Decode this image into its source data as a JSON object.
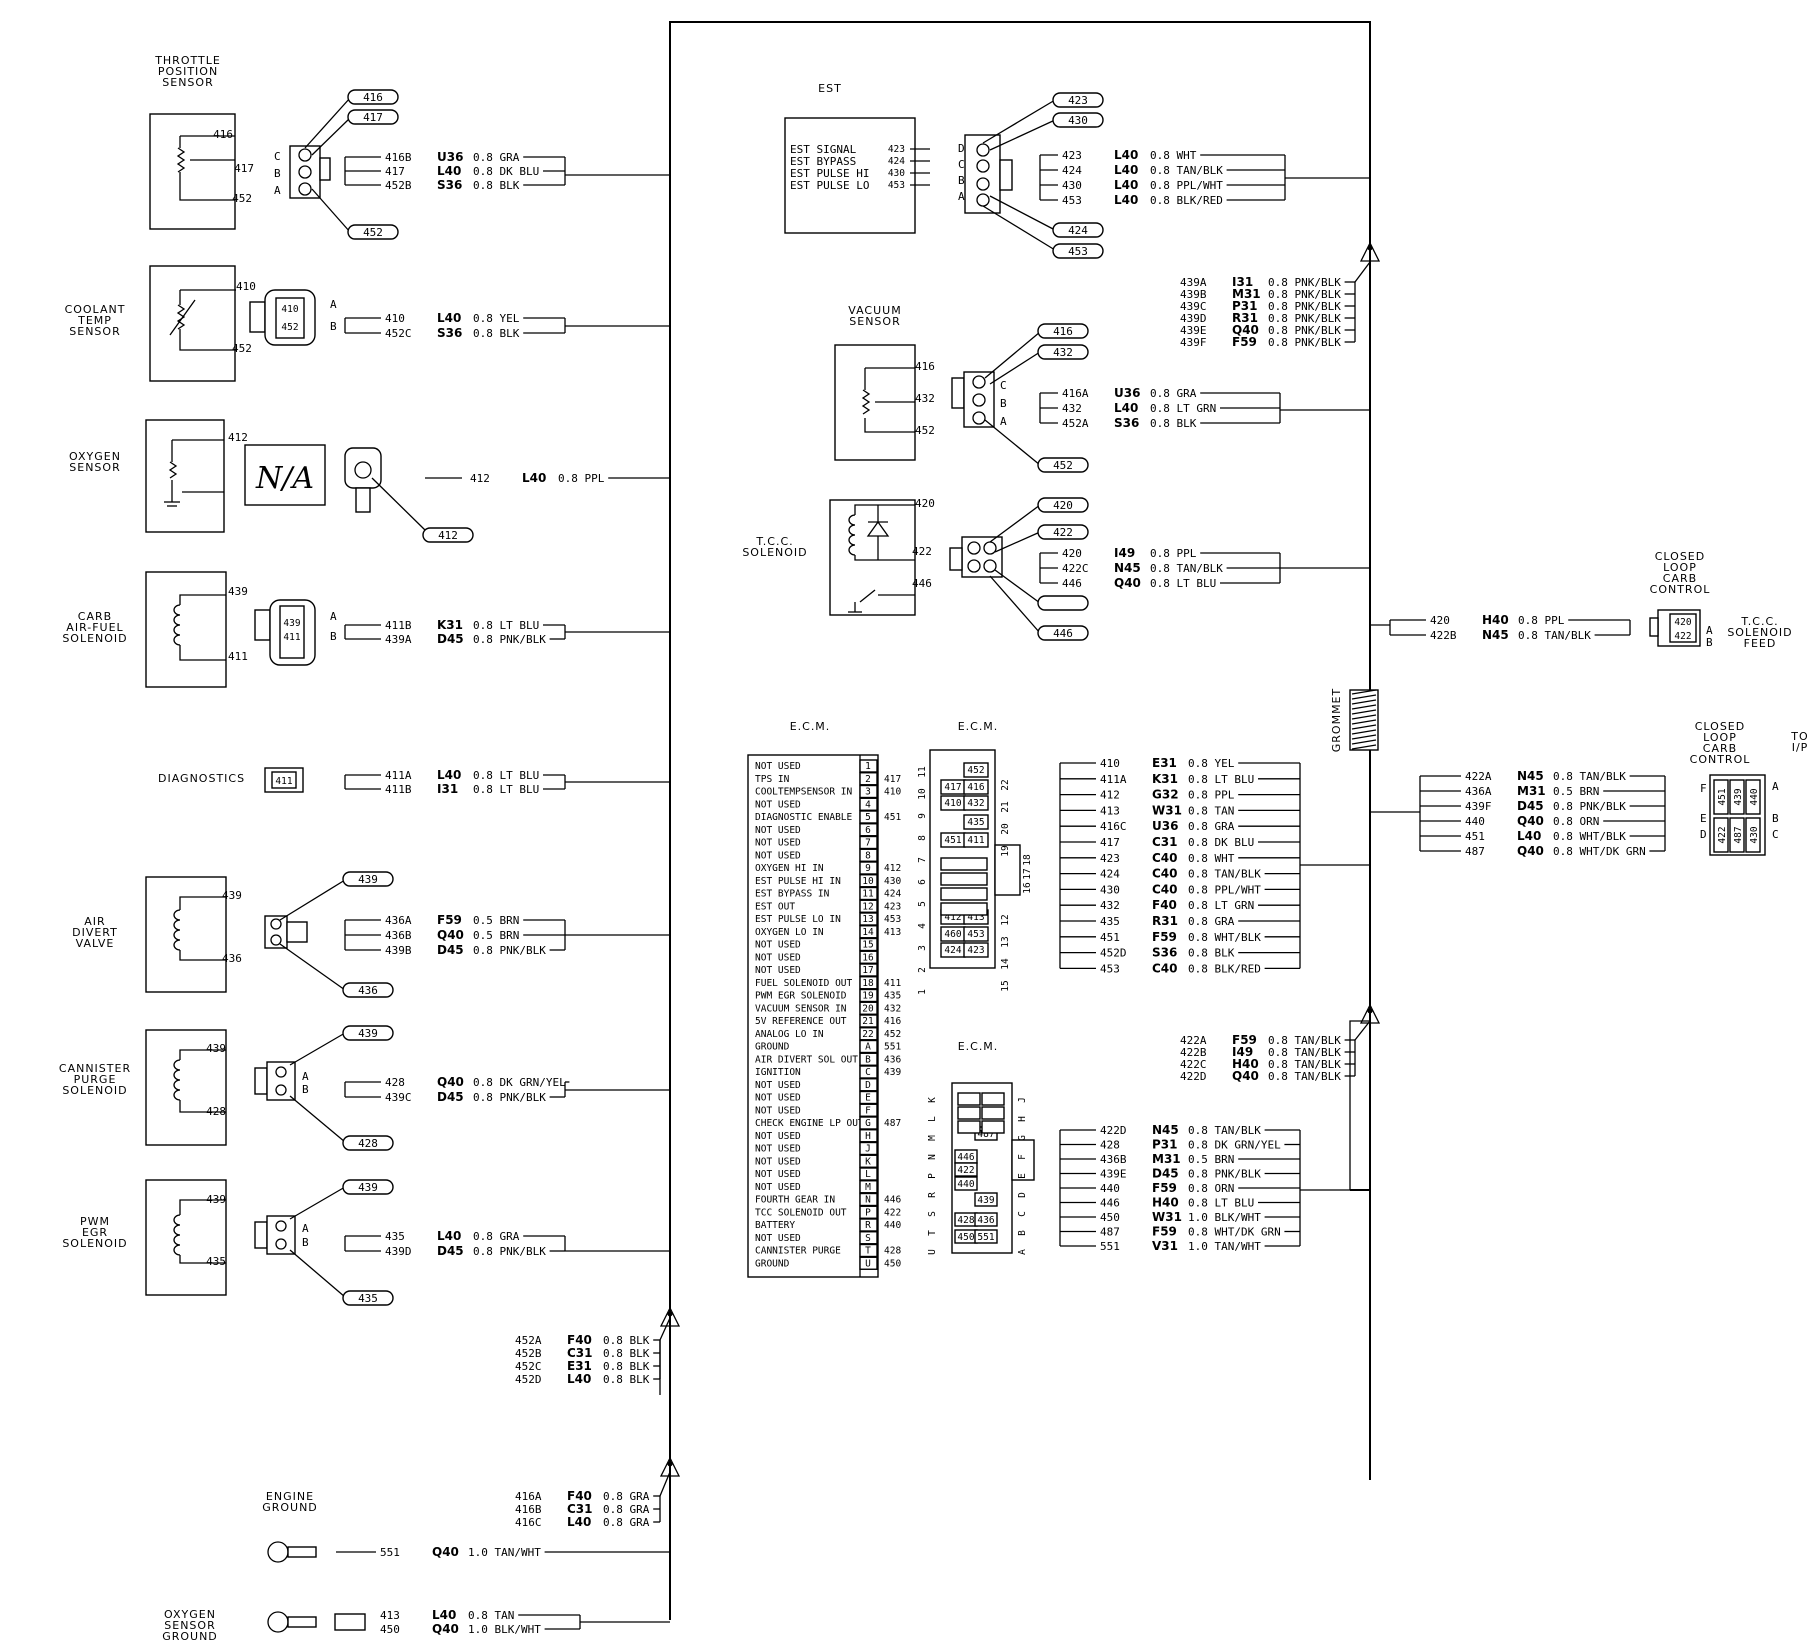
{
  "components": {
    "tps": {
      "title": [
        "THROTTLE",
        "POSITION",
        "SENSOR"
      ],
      "pins": [
        "416",
        "417",
        "452"
      ],
      "tags": [
        "416",
        "417",
        "452"
      ],
      "letters": [
        "A",
        "B",
        "C"
      ]
    },
    "coolant": {
      "title": [
        "COOLANT",
        "TEMP",
        "SENSOR"
      ],
      "pins": [
        "410",
        "452"
      ],
      "letters": [
        "A",
        "B"
      ],
      "cavities": [
        "410",
        "452"
      ]
    },
    "oxygen": {
      "title": [
        "OXYGEN",
        "SENSOR"
      ],
      "pin": "412",
      "na": "N/A",
      "tag": "412"
    },
    "carb": {
      "title": [
        "CARB",
        "AIR-FUEL",
        "SOLENOID"
      ],
      "pins": [
        "439",
        "411"
      ],
      "letters": [
        "A",
        "B"
      ],
      "cavities": [
        "411",
        "439"
      ]
    },
    "diagnostics": {
      "title": "DIAGNOSTICS",
      "cavity": "411"
    },
    "airdivert": {
      "title": [
        "AIR",
        "DIVERT",
        "VALVE"
      ],
      "pins": [
        "439",
        "436"
      ],
      "tags": [
        "439",
        "436"
      ]
    },
    "cannister": {
      "title": [
        "CANNISTER",
        "PURGE",
        "SOLENOID"
      ],
      "pins": [
        "439",
        "428"
      ],
      "tags": [
        "439",
        "428"
      ],
      "letters": [
        "A",
        "B"
      ]
    },
    "pwm": {
      "title": [
        "PWM",
        "EGR",
        "SOLENOID"
      ],
      "pins": [
        "439",
        "435"
      ],
      "tags": [
        "439",
        "435"
      ],
      "letters": [
        "A",
        "B"
      ]
    },
    "est": {
      "title": "EST",
      "signals": [
        "EST SIGNAL",
        "EST BYPASS",
        "EST PULSE HI",
        "EST PULSE LO"
      ],
      "pins": [
        "423",
        "424",
        "430",
        "453"
      ],
      "tags": [
        "423",
        "430",
        "424",
        "453"
      ],
      "letters": [
        "A",
        "B",
        "C",
        "D"
      ]
    },
    "vacuum": {
      "title": [
        "VACUUM",
        "SENSOR"
      ],
      "pins": [
        "416",
        "432",
        "452"
      ],
      "tags": [
        "416",
        "432",
        "452"
      ],
      "letters": [
        "A",
        "B",
        "C"
      ]
    },
    "tcc": {
      "title": [
        "T.C.C.",
        "SOLENOID"
      ],
      "pins": [
        "420",
        "422",
        "446"
      ],
      "tags": [
        "420",
        "422",
        "446"
      ]
    },
    "closed1": {
      "title": [
        "CLOSED",
        "LOOP",
        "CARB",
        "CONTROL"
      ],
      "cavities": [
        "420",
        "422"
      ],
      "letters": [
        "A",
        "B"
      ],
      "feed": [
        "T.C.C.",
        "SOLENOID",
        "FEED"
      ]
    },
    "closed2": {
      "title": [
        "CLOSED",
        "LOOP",
        "CARB",
        "CONTROL"
      ],
      "to": [
        "TO",
        "I/P"
      ],
      "cavities": [
        "451",
        "439",
        "440",
        "422",
        "487",
        "430"
      ],
      "letters": [
        "A",
        "B",
        "C",
        "D",
        "E",
        "F"
      ]
    },
    "grommet": "GROMMET",
    "engine_ground": {
      "title": [
        "ENGINE",
        "GROUND"
      ]
    },
    "oxy_ground": {
      "title": [
        "OXYGEN",
        "SENSOR",
        "GROUND"
      ]
    }
  },
  "wires": {
    "tps": [
      [
        "416B",
        "U36",
        "0.8 GRA"
      ],
      [
        "417",
        "L40",
        "0.8 DK BLU"
      ],
      [
        "452B",
        "S36",
        "0.8 BLK"
      ]
    ],
    "coolant": [
      [
        "410",
        "L40",
        "0.8 YEL"
      ],
      [
        "452C",
        "S36",
        "0.8 BLK"
      ]
    ],
    "oxygen": [
      [
        "412",
        "L40",
        "0.8 PPL"
      ]
    ],
    "carb": [
      [
        "411B",
        "K31",
        "0.8 LT BLU"
      ],
      [
        "439A",
        "D45",
        "0.8 PNK/BLK"
      ]
    ],
    "diagnostics": [
      [
        "411A",
        "L40",
        "0.8 LT BLU"
      ],
      [
        "411B",
        "I31",
        "0.8 LT BLU"
      ]
    ],
    "airdivert": [
      [
        "436A",
        "F59",
        "0.5 BRN"
      ],
      [
        "436B",
        "Q40",
        "0.5 BRN"
      ],
      [
        "439B",
        "D45",
        "0.8 PNK/BLK"
      ]
    ],
    "cannister": [
      [
        "428",
        "Q40",
        "0.8 DK GRN/YEL"
      ],
      [
        "439C",
        "D45",
        "0.8 PNK/BLK"
      ]
    ],
    "pwm": [
      [
        "435",
        "L40",
        "0.8 GRA"
      ],
      [
        "439D",
        "D45",
        "0.8 PNK/BLK"
      ]
    ],
    "splice452": [
      [
        "452A",
        "F40",
        "0.8 BLK"
      ],
      [
        "452B",
        "C31",
        "0.8 BLK"
      ],
      [
        "452C",
        "E31",
        "0.8 BLK"
      ],
      [
        "452D",
        "L40",
        "0.8 BLK"
      ]
    ],
    "splice416": [
      [
        "416A",
        "F40",
        "0.8 GRA"
      ],
      [
        "416B",
        "C31",
        "0.8 GRA"
      ],
      [
        "416C",
        "L40",
        "0.8 GRA"
      ]
    ],
    "engine_ground": [
      [
        "551",
        "Q40",
        "1.0 TAN/WHT"
      ]
    ],
    "oxy_ground": [
      [
        "413",
        "L40",
        "0.8 TAN"
      ],
      [
        "450",
        "Q40",
        "1.0 BLK/WHT"
      ]
    ],
    "est": [
      [
        "423",
        "L40",
        "0.8 WHT"
      ],
      [
        "424",
        "L40",
        "0.8 TAN/BLK"
      ],
      [
        "430",
        "L40",
        "0.8 PPL/WHT"
      ],
      [
        "453",
        "L40",
        "0.8 BLK/RED"
      ]
    ],
    "splice439": [
      [
        "439A",
        "I31",
        "0.8 PNK/BLK"
      ],
      [
        "439B",
        "M31",
        "0.8 PNK/BLK"
      ],
      [
        "439C",
        "P31",
        "0.8 PNK/BLK"
      ],
      [
        "439D",
        "R31",
        "0.8 PNK/BLK"
      ],
      [
        "439E",
        "Q40",
        "0.8 PNK/BLK"
      ],
      [
        "439F",
        "F59",
        "0.8 PNK/BLK"
      ]
    ],
    "vacuum": [
      [
        "416A",
        "U36",
        "0.8 GRA"
      ],
      [
        "432",
        "L40",
        "0.8 LT GRN"
      ],
      [
        "452A",
        "S36",
        "0.8 BLK"
      ]
    ],
    "tcc": [
      [
        "420",
        "I49",
        "0.8 PPL"
      ],
      [
        "422C",
        "N45",
        "0.8 TAN/BLK"
      ],
      [
        "446",
        "Q40",
        "0.8 LT BLU"
      ]
    ],
    "closed1": [
      [
        "420",
        "H40",
        "0.8 PPL"
      ],
      [
        "422B",
        "N45",
        "0.8 TAN/BLK"
      ]
    ],
    "closed2": [
      [
        "422A",
        "N45",
        "0.8 TAN/BLK"
      ],
      [
        "436A",
        "M31",
        "0.5 BRN"
      ],
      [
        "439F",
        "D45",
        "0.8 PNK/BLK"
      ],
      [
        "440",
        "Q40",
        "0.8 ORN"
      ],
      [
        "451",
        "L40",
        "0.8 WHT/BLK"
      ],
      [
        "487",
        "Q40",
        "0.8 WHT/DK GRN"
      ]
    ],
    "ecm1": [
      [
        "410",
        "E31",
        "0.8 YEL"
      ],
      [
        "411A",
        "K31",
        "0.8 LT BLU"
      ],
      [
        "412",
        "G32",
        "0.8 PPL"
      ],
      [
        "413",
        "W31",
        "0.8 TAN"
      ],
      [
        "416C",
        "U36",
        "0.8 GRA"
      ],
      [
        "417",
        "C31",
        "0.8 DK BLU"
      ],
      [
        "423",
        "C40",
        "0.8 WHT"
      ],
      [
        "424",
        "C40",
        "0.8 TAN/BLK"
      ],
      [
        "430",
        "C40",
        "0.8 PPL/WHT"
      ],
      [
        "432",
        "F40",
        "0.8 LT GRN"
      ],
      [
        "435",
        "R31",
        "0.8 GRA"
      ],
      [
        "451",
        "F59",
        "0.8 WHT/BLK"
      ],
      [
        "452D",
        "S36",
        "0.8 BLK"
      ],
      [
        "453",
        "C40",
        "0.8 BLK/RED"
      ]
    ],
    "splice422": [
      [
        "422A",
        "F59",
        "0.8 TAN/BLK"
      ],
      [
        "422B",
        "I49",
        "0.8 TAN/BLK"
      ],
      [
        "422C",
        "H40",
        "0.8 TAN/BLK"
      ],
      [
        "422D",
        "Q40",
        "0.8 TAN/BLK"
      ]
    ],
    "ecm2": [
      [
        "422D",
        "N45",
        "0.8 TAN/BLK"
      ],
      [
        "428",
        "P31",
        "0.8 DK GRN/YEL"
      ],
      [
        "436B",
        "M31",
        "0.5 BRN"
      ],
      [
        "439E",
        "D45",
        "0.8 PNK/BLK"
      ],
      [
        "440",
        "F59",
        "0.8 ORN"
      ],
      [
        "446",
        "H40",
        "0.8 LT BLU"
      ],
      [
        "450",
        "W31",
        "1.0 BLK/WHT"
      ],
      [
        "487",
        "F59",
        "0.8 WHT/DK GRN"
      ],
      [
        "551",
        "V31",
        "1.0 TAN/WHT"
      ]
    ]
  },
  "ecm_table": {
    "title": "E.C.M.",
    "rows": [
      [
        "NOT USED",
        "1",
        ""
      ],
      [
        "TPS IN",
        "2",
        "417"
      ],
      [
        "COOLTEMPSENSOR IN",
        "3",
        "410"
      ],
      [
        "NOT USED",
        "4",
        ""
      ],
      [
        "DIAGNOSTIC ENABLE",
        "5",
        "451"
      ],
      [
        "NOT USED",
        "6",
        ""
      ],
      [
        "NOT USED",
        "7",
        ""
      ],
      [
        "NOT USED",
        "8",
        ""
      ],
      [
        "OXYGEN HI IN",
        "9",
        "412"
      ],
      [
        "EST PULSE HI IN",
        "10",
        "430"
      ],
      [
        "EST BYPASS IN",
        "11",
        "424"
      ],
      [
        "EST OUT",
        "12",
        "423"
      ],
      [
        "EST PULSE LO IN",
        "13",
        "453"
      ],
      [
        "OXYGEN LO IN",
        "14",
        "413"
      ],
      [
        "NOT USED",
        "15",
        ""
      ],
      [
        "NOT USED",
        "16",
        ""
      ],
      [
        "NOT USED",
        "17",
        ""
      ],
      [
        "FUEL SOLENOID OUT",
        "18",
        "411"
      ],
      [
        "PWM EGR SOLENOID",
        "19",
        "435"
      ],
      [
        "VACUUM SENSOR IN",
        "20",
        "432"
      ],
      [
        "5V REFERENCE OUT",
        "21",
        "416"
      ],
      [
        "ANALOG LO IN",
        "22",
        "452"
      ],
      [
        "GROUND",
        "A",
        "551"
      ],
      [
        "AIR DIVERT SOL OUT",
        "B",
        "436"
      ],
      [
        "IGNITION",
        "C",
        "439"
      ],
      [
        "NOT USED",
        "D",
        ""
      ],
      [
        "NOT USED",
        "E",
        ""
      ],
      [
        "NOT USED",
        "F",
        ""
      ],
      [
        "CHECK ENGINE LP OUT",
        "G",
        "487"
      ],
      [
        "NOT USED",
        "H",
        ""
      ],
      [
        "NOT USED",
        "J",
        ""
      ],
      [
        "NOT USED",
        "K",
        ""
      ],
      [
        "NOT USED",
        "L",
        ""
      ],
      [
        "NOT USED",
        "M",
        ""
      ],
      [
        "FOURTH GEAR IN",
        "N",
        "446"
      ],
      [
        "TCC SOLENOID OUT",
        "P",
        "422"
      ],
      [
        "BATTERY",
        "R",
        "440"
      ],
      [
        "NOT USED",
        "S",
        ""
      ],
      [
        "CANNISTER PURGE",
        "T",
        "428"
      ],
      [
        "GROUND",
        "U",
        "450"
      ]
    ]
  },
  "ecm_conn1": {
    "title": "E.C.M.",
    "left_nums": [
      "1",
      "2",
      "3",
      "4",
      "5",
      "6",
      "7",
      "8",
      "9",
      "10",
      "11"
    ],
    "top_nums": [
      "22",
      "21",
      "20",
      "19"
    ],
    "right_nums": [
      "18",
      "17",
      "16"
    ],
    "bottom_nums": [
      "12",
      "13",
      "14",
      "15"
    ],
    "cells": [
      "452",
      "417",
      "416",
      "410",
      "432",
      "435",
      "451",
      "411",
      "412",
      "413",
      "460",
      "453",
      "424",
      "423"
    ]
  },
  "ecm_conn2": {
    "title": "E.C.M.",
    "left_letters": [
      "K",
      "L",
      "M",
      "N",
      "P",
      "R",
      "S",
      "T",
      "U"
    ],
    "right_letters": [
      "J",
      "H",
      "G",
      "F",
      "E",
      "D",
      "C",
      "B",
      "A"
    ],
    "cells": [
      "487",
      "446",
      "422",
      "440",
      "439",
      "428",
      "436",
      "450",
      "551"
    ]
  }
}
